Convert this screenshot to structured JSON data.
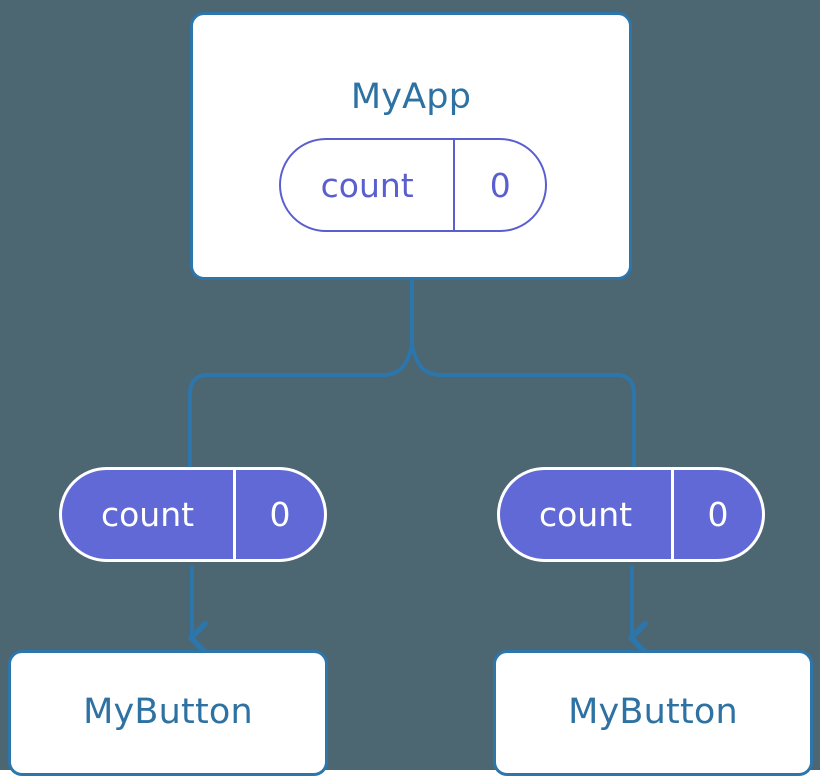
{
  "diagram": {
    "title_hidden": "",
    "background_color": "#4c6672",
    "accent_blue": "#2d76ab",
    "text_blue": "#2d72a3",
    "state_purple": "#6169d6",
    "state_outline_purple": "#5a5fd0",
    "nodes": {
      "root": {
        "label": "MyApp",
        "state": {
          "key": "count",
          "value": "0"
        }
      },
      "left_state": {
        "key": "count",
        "value": "0"
      },
      "right_state": {
        "key": "count",
        "value": "0"
      },
      "left_child": {
        "label": "MyButton"
      },
      "right_child": {
        "label": "MyButton"
      }
    },
    "connectors": [
      {
        "name": "root-to-fork",
        "from": "MyApp",
        "to": "fork",
        "style": "solid-line",
        "color": "#2d76ab"
      },
      {
        "name": "fork-to-left-state",
        "from": "fork",
        "to": "left count pill",
        "style": "elbow-line",
        "color": "#2d76ab"
      },
      {
        "name": "fork-to-right-state",
        "from": "fork",
        "to": "right count pill",
        "style": "elbow-line",
        "color": "#2d76ab"
      },
      {
        "name": "left-state-to-left-button",
        "from": "left count pill",
        "to": "MyButton",
        "style": "arrow-down",
        "color": "#2d76ab"
      },
      {
        "name": "right-state-to-right-button",
        "from": "right count pill",
        "to": "MyButton",
        "style": "arrow-down",
        "color": "#2d76ab"
      }
    ]
  }
}
